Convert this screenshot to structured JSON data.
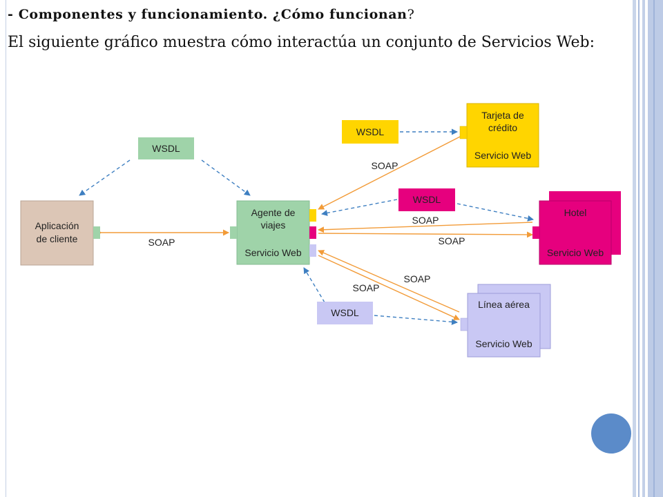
{
  "slide": {
    "heading_bold": "- Componentes y funcionamiento. ¿Cómo funcionan",
    "heading_tail": "?",
    "intro": "El siguiente gráfico muestra cómo interactúa un conjunto de Servicios Web:"
  },
  "diagram": {
    "client": {
      "label_lines": [
        "Aplicación",
        "de cliente"
      ]
    },
    "agent": {
      "label_lines": [
        "Agente de",
        "viajes"
      ],
      "sublabel": "Servicio Web"
    },
    "card": {
      "label_lines": [
        "Tarjeta de",
        "crédito"
      ],
      "sublabel": "Servicio Web"
    },
    "hotel": {
      "label": "Hotel",
      "sublabel": "Servicio Web"
    },
    "airline": {
      "label": "Línea aérea",
      "sublabel": "Servicio Web"
    },
    "wsdl_label": "WSDL",
    "soap_label": "SOAP"
  },
  "colors": {
    "green": "#9fd3a9",
    "tan": "#dcc6b6",
    "yellow": "#ffd500",
    "magenta": "#e6007e",
    "lavender": "#c9c8f4",
    "orange_arrow": "#f29b38",
    "blue_arrow": "#3e7fc1",
    "accent_circle": "#5b8bc9"
  }
}
